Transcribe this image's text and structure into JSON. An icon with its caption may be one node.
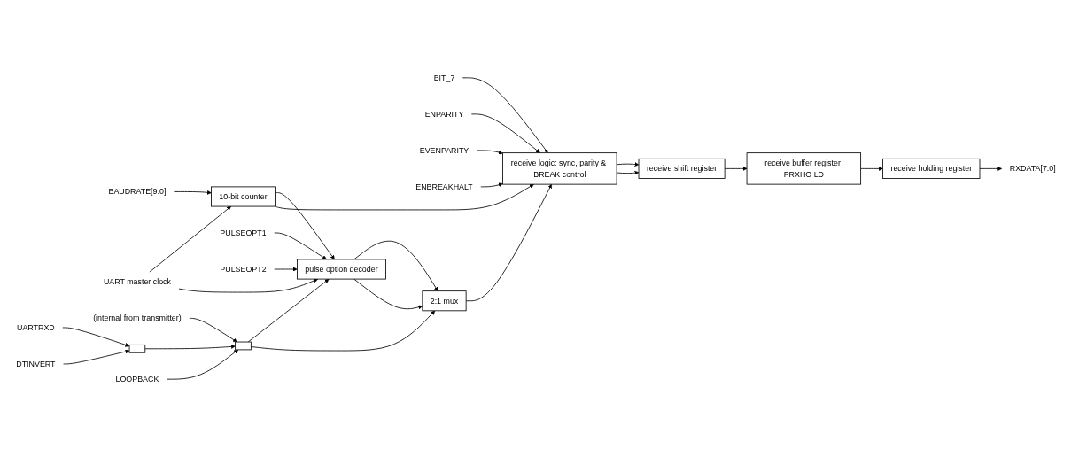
{
  "diagram": {
    "nodes": [
      {
        "text": [
          "BAUDRATE[9:0]"
        ]
      },
      {
        "text": [
          "10-bit counter"
        ]
      },
      {
        "text": [
          "UART master clock"
        ]
      },
      {
        "text": [
          "PULSEOPT1"
        ]
      },
      {
        "text": [
          "PULSEOPT2"
        ]
      },
      {
        "text": [
          "pulse option decoder"
        ]
      },
      {
        "text": [
          "(internal from transmitter)"
        ]
      },
      {
        "text": [
          "UARTRXD"
        ]
      },
      {
        "text": [],
        "shape": "box"
      },
      {
        "text": [],
        "shape": "box"
      },
      {
        "text": [
          "2:1 mux"
        ]
      },
      {
        "text": [
          "receive logic: sync, parity & BREAK control"
        ]
      },
      {
        "text": [
          "receive shift register"
        ]
      },
      {
        "text": [
          "receive buffer register PRXHO LD"
        ]
      },
      {
        "text": [
          "receive holding register"
        ]
      },
      {
        "text": [
          "RXDATA[7:0]"
        ]
      },
      {
        "text": [
          "BIT_7"
        ]
      },
      {
        "text": [
          "ENPARITY"
        ]
      },
      {
        "text": [
          "EVENPARITY"
        ]
      },
      {
        "text": [
          "ENBREAKHALT"
        ]
      },
      {
        "text": [
          "DTINVERT"
        ]
      },
      {
        "text": [
          "LOOPBACK"
        ]
      }
    ],
    "edges": [
      {
        "from": 0,
        "to": 1,
        "arrow": "to"
      },
      {
        "from": 2,
        "to": 1,
        "arrow": "to"
      },
      {
        "from": 2,
        "to": 5,
        "arrow": "to"
      },
      {
        "from": 1,
        "to": 5,
        "arrow": "to"
      },
      {
        "from": 1,
        "to": 11,
        "arrow": "to"
      },
      {
        "from": 3,
        "to": 5,
        "arrow": "to"
      },
      {
        "from": 4,
        "to": 5,
        "arrow": "to"
      },
      {
        "from": 6,
        "to": 9,
        "arrow": "to"
      },
      {
        "from": 7,
        "to": 8,
        "arrow": "to"
      },
      {
        "from": 20,
        "to": 8,
        "arrow": "to"
      },
      {
        "from": 8,
        "to": 9,
        "arrow": "to"
      },
      {
        "from": 21,
        "to": 9,
        "arrow": "to"
      },
      {
        "from": 9,
        "to": 5,
        "arrow": "to"
      },
      {
        "from": 9,
        "to": 10,
        "arrow": "to"
      },
      {
        "from": 5,
        "to": 10,
        "arrow": "to"
      },
      {
        "from": 5,
        "to": 10,
        "arrow": "to"
      },
      {
        "from": 10,
        "to": 11,
        "arrow": "to"
      },
      {
        "from": 16,
        "to": 11,
        "arrow": "to"
      },
      {
        "from": 17,
        "to": 11,
        "arrow": "to"
      },
      {
        "from": 18,
        "to": 11,
        "arrow": "to"
      },
      {
        "from": 19,
        "to": 11,
        "arrow": "to"
      },
      {
        "from": 11,
        "to": 12,
        "arrow": "to"
      },
      {
        "from": 11,
        "to": 12,
        "arrow": "to"
      },
      {
        "from": 12,
        "to": 13,
        "arrow": "to"
      },
      {
        "from": 13,
        "to": 14,
        "arrow": "to"
      },
      {
        "from": 14,
        "to": 15,
        "arrow": "to"
      }
    ]
  }
}
